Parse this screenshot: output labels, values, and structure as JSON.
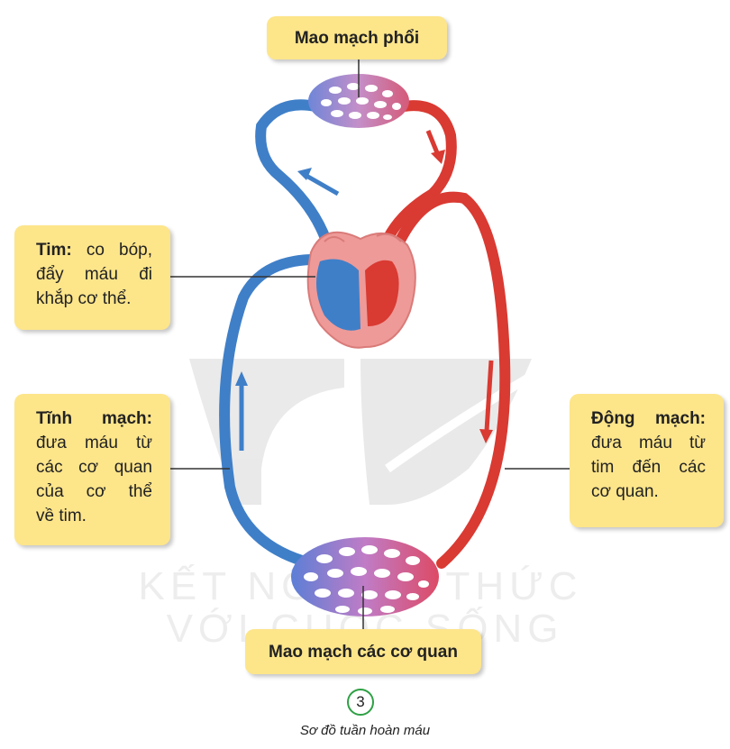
{
  "labels": {
    "lung_capillaries": "Mao mạch phổi",
    "organ_capillaries": "Mao mạch các cơ quan"
  },
  "heart": {
    "term": "Tim:",
    "lines": [
      "co bóp,",
      "đẩy máu đi",
      "khắp cơ thể."
    ]
  },
  "veins": {
    "term": "Tĩnh mạch:",
    "lines": [
      "đưa máu từ",
      "các cơ quan",
      "của cơ thể",
      "về tim."
    ]
  },
  "arteries": {
    "term": "Động mạch:",
    "lines": [
      "đưa máu từ",
      "tim đến các",
      "cơ quan."
    ]
  },
  "watermark": {
    "line1": "KẾT NỐI TRI THỨC",
    "line2": "VỚI CUỘC SỐNG"
  },
  "figure": {
    "number": "3",
    "caption": "Sơ đồ tuần hoàn máu"
  },
  "colors": {
    "label_fill": "#fde58a",
    "vein": "#3f7fc8",
    "artery": "#d93a32",
    "capillary": "#c89bd4",
    "heart": "#ee9a98",
    "badge_ring": "#2ea044"
  }
}
